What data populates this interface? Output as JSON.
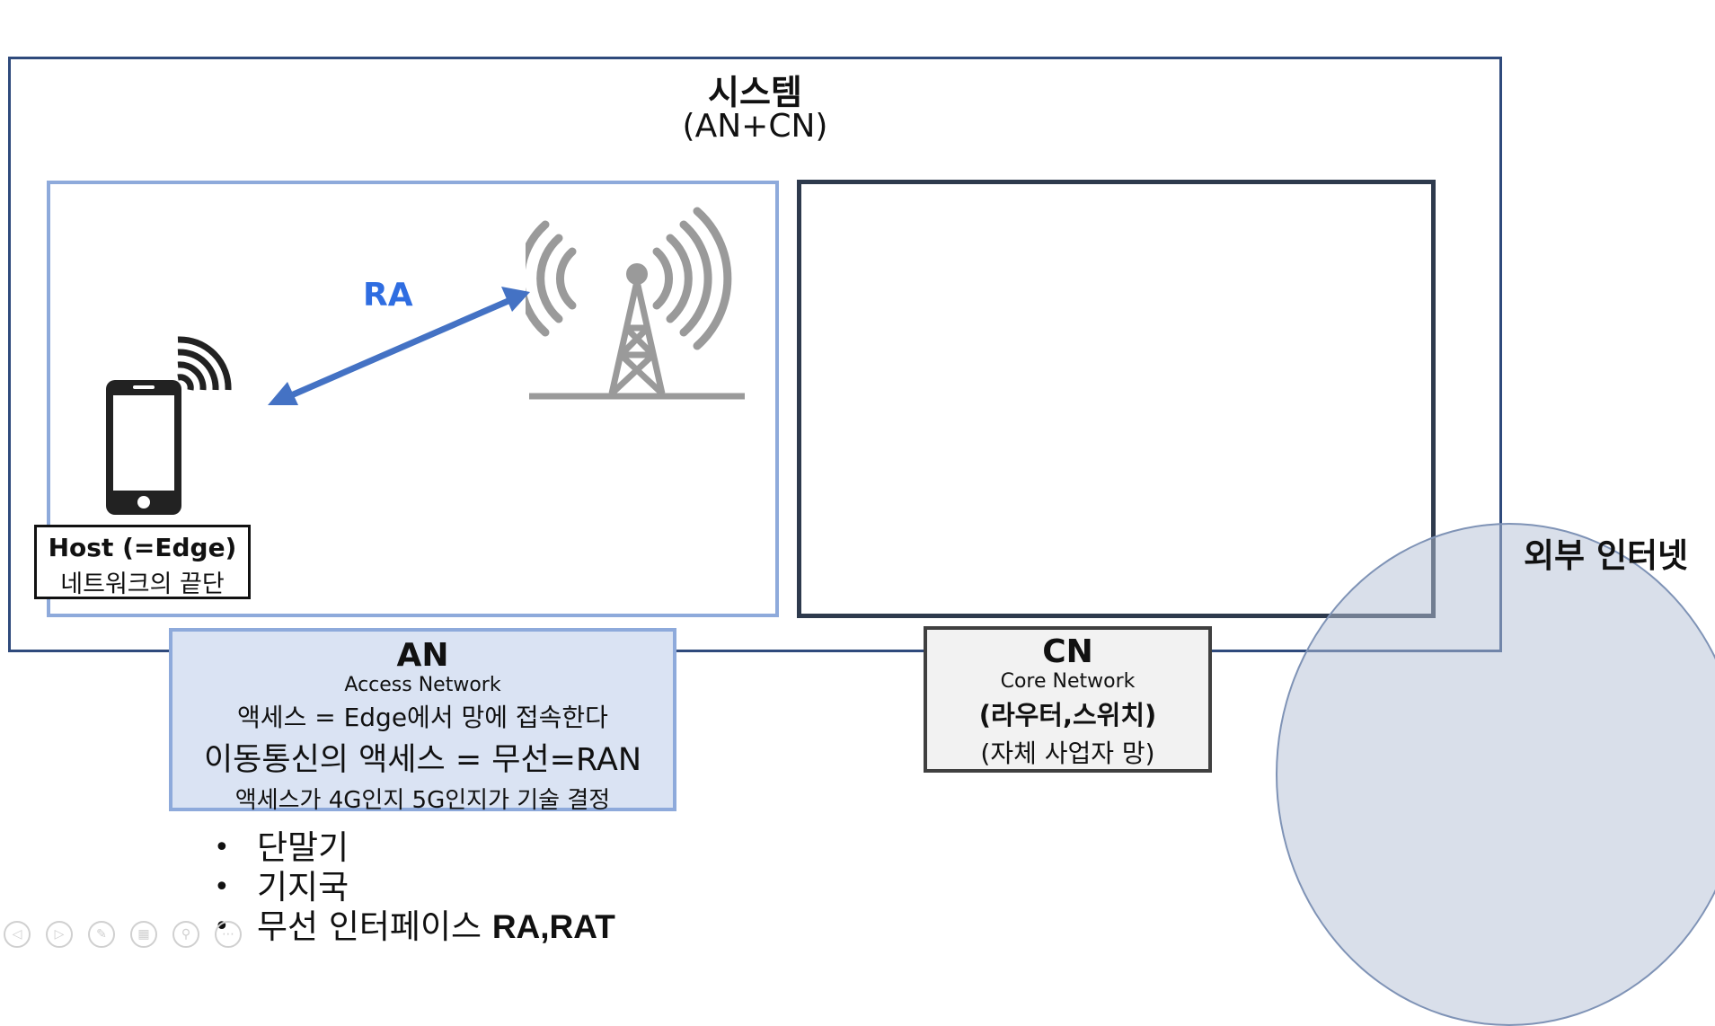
{
  "system": {
    "title": "시스템",
    "subtitle": "(AN+CN)"
  },
  "ra": {
    "label": "RA",
    "arrow_color": "#4472c4"
  },
  "host": {
    "title": "Host (=Edge)",
    "subtitle": "네트워크의 끝단"
  },
  "an": {
    "title": "AN",
    "subtitle": "Access Network",
    "line1": "액세스 = Edge에서 망에 접속한다",
    "line2": "이동통신의 액세스 = 무선=RAN",
    "line3": "액세스가 4G인지 5G인지가 기술 결정"
  },
  "cn": {
    "title": "CN",
    "subtitle": "Core Network",
    "line1": "(라우터,스위치)",
    "line2": "(자체 사업자 망)"
  },
  "internet": {
    "label": "외부 인터넷"
  },
  "bullets": {
    "item1": "단말기",
    "item2": "기지국",
    "item3_text": "무선 인터페이스 ",
    "item3_bold": "RA,RAT"
  },
  "icons": [
    "smartphone-icon",
    "cell-tower-icon",
    "prev-slide-icon",
    "next-slide-icon",
    "pen-icon",
    "slides-icon",
    "zoom-icon",
    "more-icon"
  ],
  "colors": {
    "an_border": "#8eaadb",
    "an_fill": "#dae3f3",
    "cn_border": "#2e3a4d",
    "system_border": "#2f4a7c",
    "ra_text": "#2f6de1"
  }
}
